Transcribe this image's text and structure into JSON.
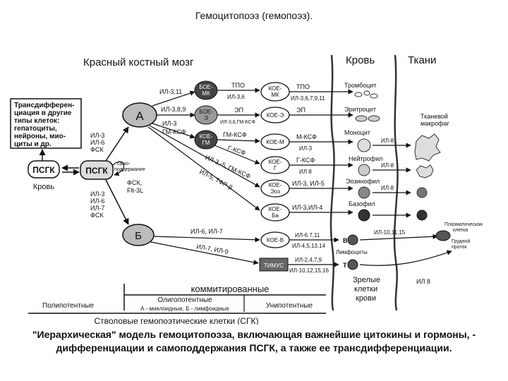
{
  "title": "Гемоцитопоэз (гемопоэз).",
  "headers": {
    "marrow": "Красный костный мозг",
    "blood": "Кровь",
    "tissue": "Ткани"
  },
  "trans_box": [
    "Трансдифферен-",
    "циация в другие",
    "типы клеток:",
    "гепатоциты,",
    "нейроны, мио-",
    "циты и др."
  ],
  "left": {
    "psgk": "ПСГК",
    "psgk2": "ПСГК",
    "blood": "Кровь",
    "self1": "само-",
    "self2": "поддержание",
    "fsk": "ФСК,",
    "flt": "Flt-3L"
  },
  "up_cytokines": [
    "ИЛ-3",
    "ИЛ-6",
    "ФСК"
  ],
  "down_cytokines": [
    "ИЛ-3",
    "ИЛ-6",
    "ИЛ-7",
    "ФСК"
  ],
  "nodes": {
    "a": "А",
    "b": "Б"
  },
  "mid": [
    {
      "top": "БОЕ-",
      "bot": "МК"
    },
    {
      "top": "БОЕ-",
      "bot": "Э"
    },
    {
      "top": "КОЕ-",
      "bot": "ГМ"
    }
  ],
  "koe": [
    {
      "top": "КОЕ-",
      "bot": "МК"
    },
    {
      "top": "",
      "bot": "КОЕ-Э"
    },
    {
      "top": "",
      "bot": "КОЕ-М"
    },
    {
      "top": "КОЕ-",
      "bot": "Г"
    },
    {
      "top": "КОЕ-",
      "bot": "Эоз"
    },
    {
      "top": "КОЕ-",
      "bot": "Ба"
    },
    {
      "top": "",
      "bot": "КОЕ-В"
    }
  ],
  "arrow_labels": {
    "a_mk": "ИЛ-3,11",
    "a_e": "ИЛ-3,8,9",
    "a_gm1": "ИЛ-3",
    "a_gm2": "ГМ-КСФ",
    "tpo1": "ТПО",
    "tpo1b": "ИЛ-3,6",
    "ep1": "ЭП",
    "ep1b": "ИЛ-3,6,ГМ-КСФ",
    "gmksf": "ГМ-КСФ",
    "gksf": "Г-КСФ",
    "diag1": "ИЛ-3,-5, ГМ-КСФ",
    "diag2": "ИЛ-5, ТФР-β",
    "tpo2": "ТПО",
    "tpo2b": "ИЛ-3,6,7,9,11",
    "ep2": "ЭП",
    "mksf": "М-КСФ",
    "mksfb": "ИЛ-3",
    "gksf2": "Г-КСФ",
    "gksf2b": "ИЛ 8",
    "eos": "ИЛ-3, ИЛ-5",
    "bas": "ИЛ-3,ИЛ-4",
    "b_b": "ИЛ-6, ИЛ-7",
    "b_t": "ИЛ-7, ИЛ-9",
    "bcell1": "ИЛ-6 7,11",
    "bcell2": "ИЛ-4,5,13,14",
    "tcell1": "ИЛ-2,4,7,9",
    "tcell2": "ИЛ-10,12,15,16",
    "thymus": "ТИМУС",
    "b": "В",
    "t": "Т"
  },
  "blood_cells": [
    "Тромбоцит",
    "Эритроцит",
    "Моноцит",
    "Нейтрофил",
    "Эозинофил",
    "Базофил"
  ],
  "lymph": "Лимфоциты",
  "tissue_labels": {
    "macro1": "Тканевой",
    "macro2": "макрофаг",
    "il8a": "ИЛ-8",
    "il8b": "ИЛ-8",
    "il8c": "ИЛ-8",
    "il10": "ИЛ-10,11,15",
    "plasma1": "Плазматическая",
    "plasma2": "клетка",
    "gran1": "Грудной",
    "gran2": "проток",
    "il8d": "ИЛ 8"
  },
  "mature": [
    "Зрелые",
    "клетки",
    "крови"
  ],
  "legend": {
    "commit": "коммитированные",
    "poly": "Полипотентные",
    "oligo": "Олигопотентные",
    "oligo_sub": "А - миелоидные, Б - лимфоидные",
    "uni": "Унипотентные",
    "stem": "Стволовые гемопоэтические клетки (СГК)"
  },
  "caption": [
    "\"Иерархическая\" модель гемоцитопоэза, включающая важнейшие цитокины и гормоны, -",
    "дифференциации и самоподдержания ПСГК, а также ее трансдифференциации."
  ]
}
